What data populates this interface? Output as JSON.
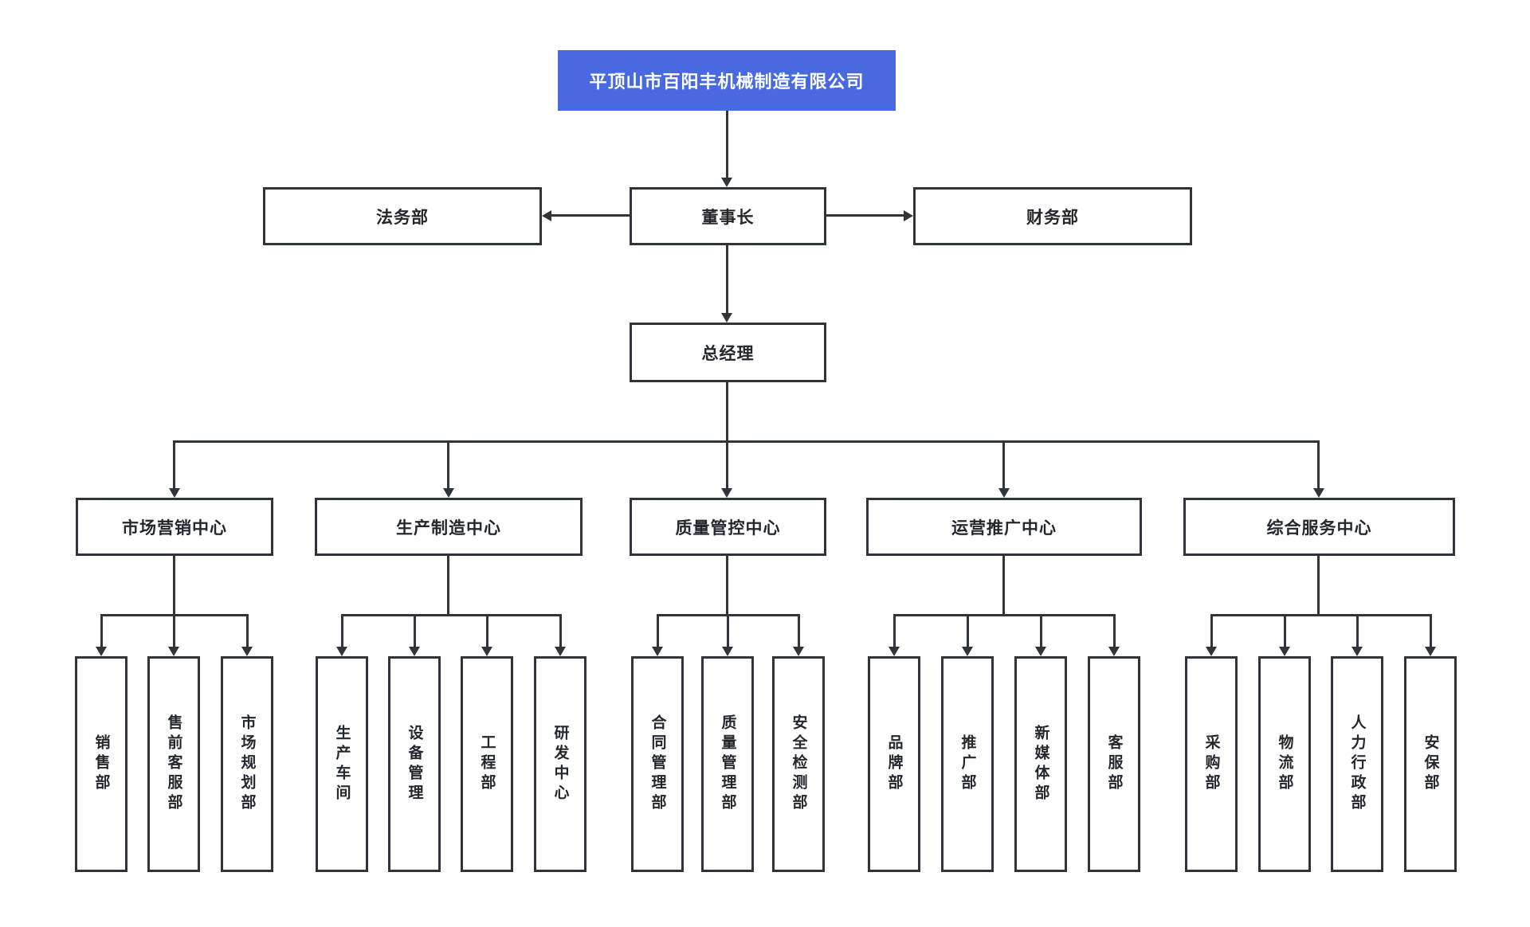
{
  "colors": {
    "accent_blue": "#4869E0",
    "box_border": "#2F333B",
    "text_dark": "#23272E",
    "line": "#30343B",
    "page_bg": "#FFFFFF"
  },
  "org_chart": {
    "company_name": "平顶山市百阳丰机械制造有限公司",
    "chairman": "董事长",
    "legal_dept": "法务部",
    "finance_dept": "财务部",
    "general_manager": "总经理",
    "centers": [
      {
        "label": "市场营销中心",
        "departments": [
          "销售部",
          "售前客服部",
          "市场规划部"
        ]
      },
      {
        "label": "生产制造中心",
        "departments": [
          "生产车间",
          "设备管理",
          "工程部",
          "研发中心"
        ]
      },
      {
        "label": "质量管控中心",
        "departments": [
          "合同管理部",
          "质量管理部",
          "安全检测部"
        ]
      },
      {
        "label": "运营推广中心",
        "departments": [
          "品牌部",
          "推广部",
          "新媒体部",
          "客服部"
        ]
      },
      {
        "label": "综合服务中心",
        "departments": [
          "采购部",
          "物流部",
          "人力行政部",
          "安保部"
        ]
      }
    ]
  }
}
